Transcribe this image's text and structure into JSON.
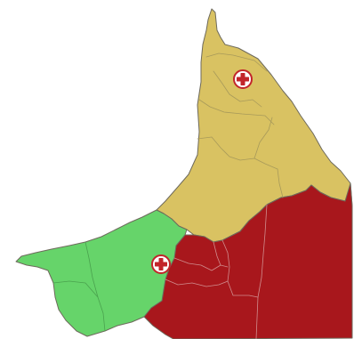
{
  "map": {
    "regions": [
      {
        "id": "north",
        "name": "yellow-region",
        "color": "#d9c262",
        "border_color": "#a89a5a"
      },
      {
        "id": "southwest",
        "name": "green-region",
        "color": "#66d46a",
        "border_color": "#4aa24e"
      },
      {
        "id": "southeast",
        "name": "red-region",
        "color": "#a8171c",
        "border_color": "#d08d8e"
      }
    ],
    "markers": [
      {
        "id": "north-marker",
        "icon": "medical-cross-icon",
        "color": "#c2252a"
      },
      {
        "id": "southwest-marker",
        "icon": "medical-cross-icon",
        "color": "#c2252a"
      }
    ]
  }
}
